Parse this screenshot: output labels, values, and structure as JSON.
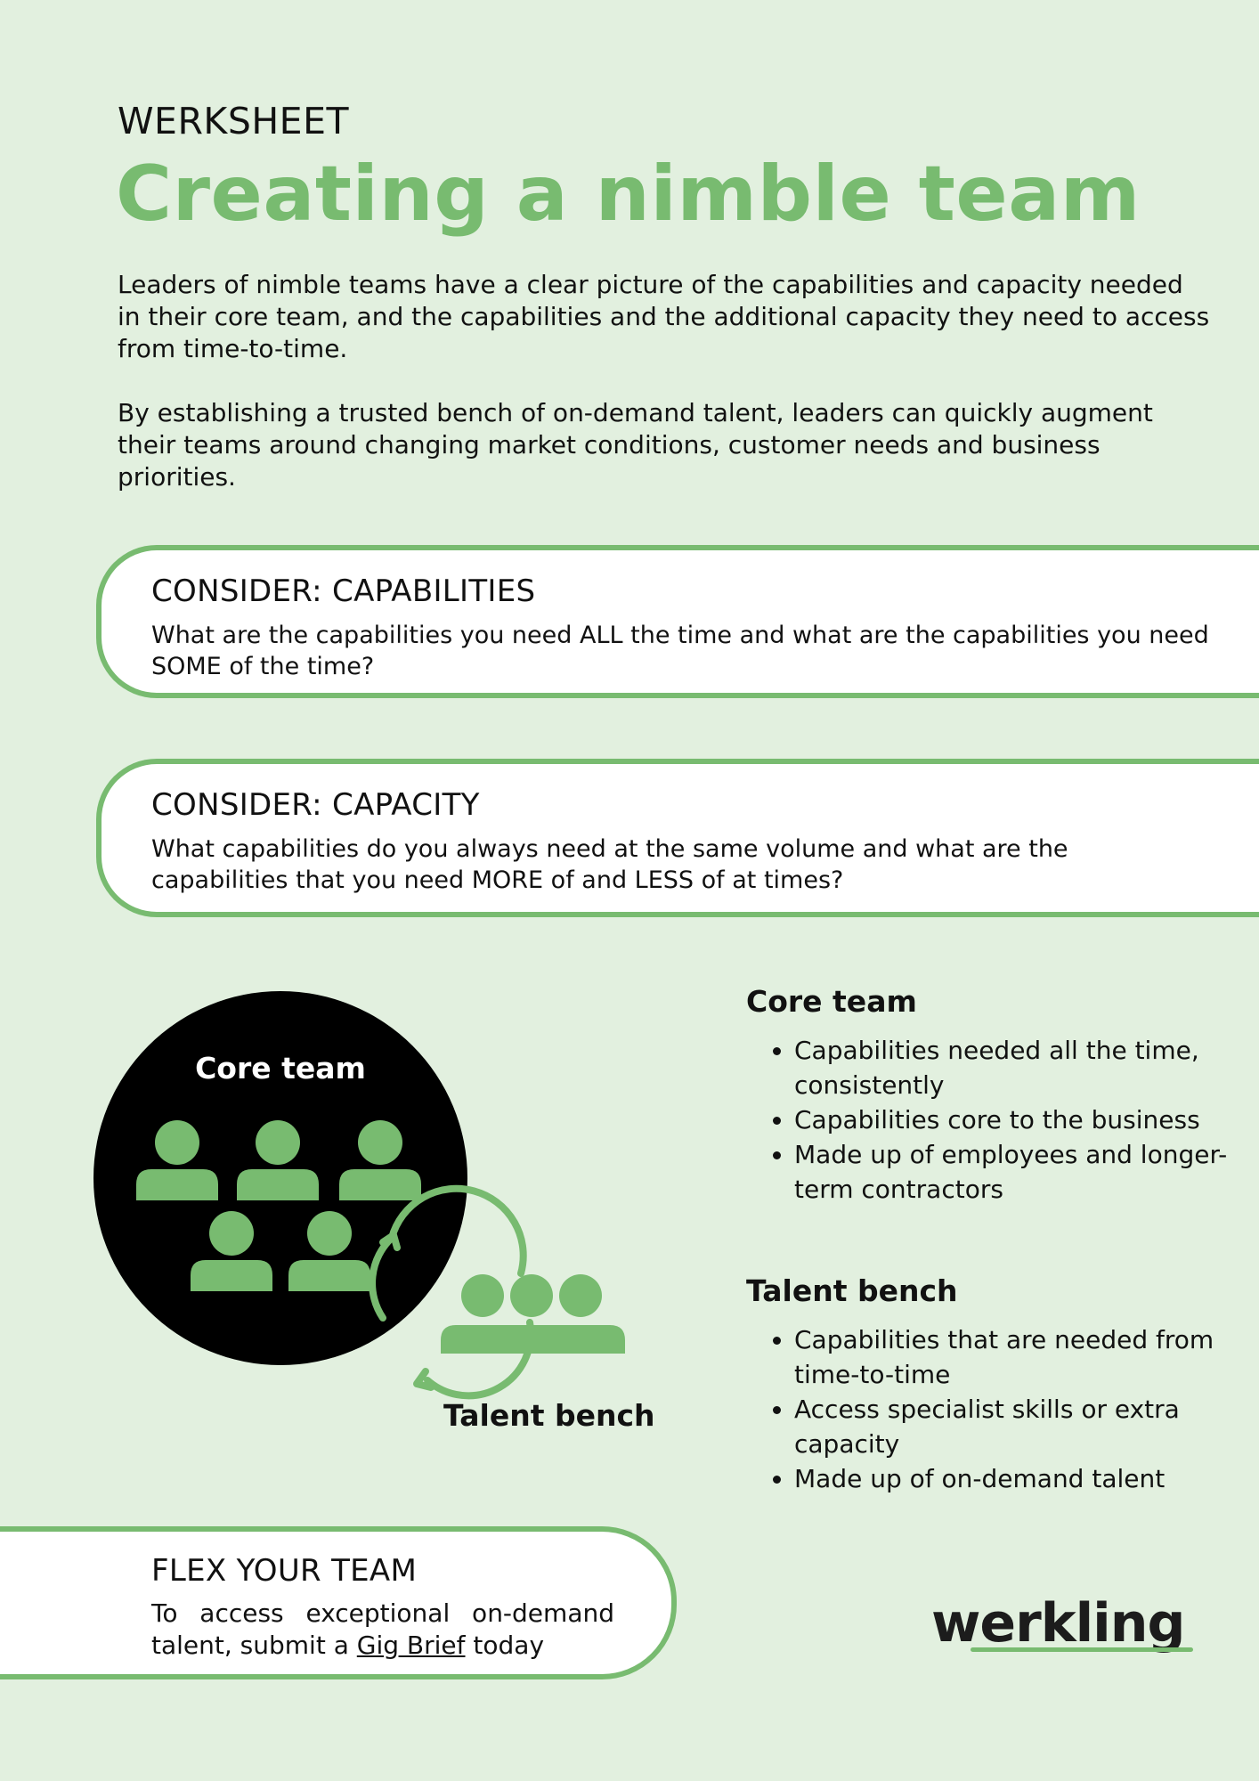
{
  "header": {
    "kicker": "WERKSHEET",
    "title": "Creating a nimble team"
  },
  "intro": {
    "paragraph1": "Leaders of nimble teams have a clear picture of the capabilities and capacity needed in their core team, and the capabilities and the additional capacity they need to access from time-to-time.",
    "paragraph2": "By establishing a trusted bench of on-demand talent, leaders can quickly augment their teams around changing market conditions, customer needs and business priorities."
  },
  "cards": {
    "capabilities": {
      "heading": "CONSIDER: CAPABILITIES",
      "body": "What are the capabilities you need ALL the time and what are the capabilities you need SOME of the time?"
    },
    "capacity": {
      "heading": "CONSIDER: CAPACITY",
      "body": "What capabilities do you always need at the same volume and what are the capabilities that you need MORE of and LESS of at times?"
    }
  },
  "diagram": {
    "core_label": "Core team",
    "bench_label": "Talent bench",
    "colors": {
      "accent": "#78bb70",
      "circle": "#000000"
    }
  },
  "core_team": {
    "heading": "Core team",
    "items": [
      "Capabilities needed all the time, consistently",
      "Capabilities core to the business",
      "Made up of employees and longer-term contractors"
    ]
  },
  "talent_bench": {
    "heading": "Talent bench",
    "items": [
      "Capabilities that are needed from time-to-time",
      "Access specialist skills or extra capacity",
      "Made up of on-demand talent"
    ]
  },
  "flex": {
    "heading": "FLEX YOUR TEAM",
    "body_before": "To access exceptional on-demand talent, submit a ",
    "link": "Gig Brief",
    "body_after": " today"
  },
  "logo": {
    "text": "werkling"
  },
  "colors": {
    "background": "#e2f0df",
    "accent": "#78bb70",
    "text": "#111111"
  }
}
